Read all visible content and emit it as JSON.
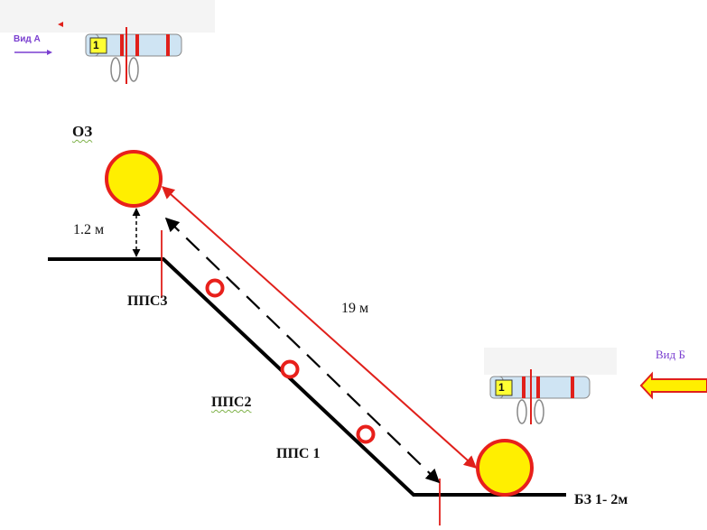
{
  "labels": {
    "oz": "ОЗ",
    "height": "1.2 м",
    "pps3": "ППС3",
    "distance": "19 м",
    "pps2": "ППС2",
    "pps1": "ППС 1",
    "bz": "БЗ 1- 2м",
    "view_a": "Вид А",
    "view_b": "Вид Б",
    "tag_number_a": "1",
    "tag_number_b": "1"
  },
  "colors": {
    "line": "#000000",
    "measure": "#e0201b",
    "ball_fill": "#ffef00",
    "ball_stroke": "#e8201b",
    "view_label": "#7a3fd0",
    "arrow_fill": "#ffef00",
    "tag_body": "#cfe4f3",
    "tag_number_box": "#ffff33"
  }
}
